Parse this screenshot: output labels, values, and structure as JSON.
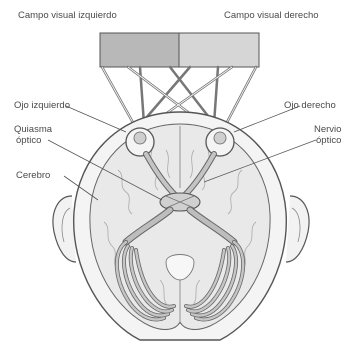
{
  "labels": {
    "left_visual_field": "Campo visual izquierdo",
    "right_visual_field": "Campo visual derecho",
    "left_eye": "Ojo izquierdo",
    "right_eye": "Ojo derecho",
    "chiasm_line1": "Quiasma",
    "chiasm_line2": "óptico",
    "brain": "Cerebro",
    "optic_nerve_line1": "Nervio",
    "optic_nerve_line2": "óptico"
  },
  "colors": {
    "left_field_fill": "#b8b8b8",
    "right_field_fill": "#d6d6d6",
    "outline": "#555555",
    "brain_fill": "#e9e9e9",
    "pathway_fill": "#bdbdbd"
  }
}
